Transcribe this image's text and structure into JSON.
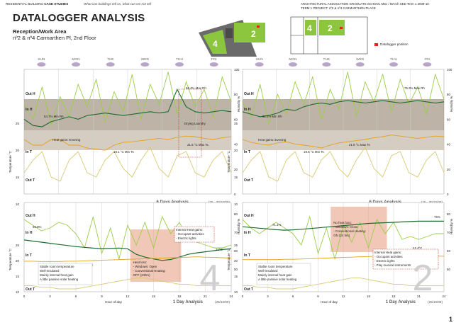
{
  "header": {
    "left_plain": "RESIDENTIAL BUILDING ",
    "left_bold": "CASE STUDIES",
    "tagline": "What can buildings tell us, what can we not tell",
    "right_line1": "ARCHITECTURAL ASSOCIATION GRADUATE SCHOOL MSc / MArch SED Term 1 2009-10",
    "right_line2": "TERM 1 PROJECT: nº2 & nº4 CARMARTHEN PLACE"
  },
  "title": "DATALOGGER ANALYSIS",
  "subtitle": {
    "line1": "Reception/Work Area",
    "line2": "nº2 & nº4 Carmarthen Pl, 2nd Floor"
  },
  "plan": {
    "unit_a": "4",
    "unit_b": "2",
    "legend": "Datalogger position",
    "colors": {
      "green": "#8cc63f",
      "marker": "#d7261e",
      "grey": "#e6e6e6"
    }
  },
  "page_number": "1",
  "colors": {
    "humidity": "#1e6b2e",
    "humidity_light": "#9ccc4a",
    "temperature": "#e3a21a",
    "temperature_light": "#d8c874",
    "highlight_box": "#e8a387",
    "dotted_box": "#c0392b",
    "grid": "#cfcfcf"
  },
  "chart_data": [
    {
      "type": "line",
      "panel": "6day-unit4",
      "title": "6 Days Analysis",
      "subtitle": "(25 - 30/10/09)",
      "days": [
        "SUN",
        "MON",
        "TUE",
        "WED",
        "THU",
        "FRI"
      ],
      "left_axis_label": "Temperature °C",
      "right_axis_label": "Humidity %",
      "left_ticks": [
        "25",
        "20",
        "15",
        "10"
      ],
      "right_ticks": [
        "100",
        "80",
        "60",
        "40",
        "20",
        "0"
      ],
      "series_labels": [
        "Out H",
        "In H",
        "In T",
        "Out T"
      ],
      "series": [
        {
          "name": "Out H",
          "values": [
            72,
            60,
            86,
            55,
            78,
            62,
            88,
            70,
            92,
            58,
            82,
            66,
            96,
            60,
            88,
            72,
            98,
            64,
            90,
            70,
            84,
            62,
            94,
            74
          ]
        },
        {
          "name": "In H",
          "values": [
            60,
            55,
            54,
            58,
            60,
            62,
            60,
            63,
            64,
            65,
            64,
            63,
            64,
            65,
            66,
            65,
            66,
            84,
            70,
            66,
            65,
            66,
            67,
            66
          ]
        },
        {
          "name": "In T",
          "values": [
            21,
            20,
            20,
            21,
            21,
            20,
            20,
            19.5,
            19.3,
            19.1,
            20,
            20.5,
            20.6,
            20.8,
            21,
            21.2,
            21,
            21.4,
            21.6,
            21.5,
            21.2,
            21,
            21.3,
            21.5
          ]
        },
        {
          "name": "Out T",
          "values": [
            13,
            16,
            18,
            12,
            11,
            16,
            18,
            13,
            12,
            16,
            18,
            14,
            12,
            16,
            19,
            14,
            12,
            17,
            18,
            13,
            12,
            16,
            18,
            13
          ]
        }
      ],
      "annotations": [
        "66.4% Max Rh",
        "54.7% Min Rh",
        "Drying Laundry",
        "21.6 °C Max Ts",
        "19.1 °C Min Ts",
        "Heat gains: Evening"
      ]
    },
    {
      "type": "line",
      "panel": "6day-unit2",
      "title": "6 Days Analysis",
      "subtitle": "(25 - 30/10/09)",
      "days": [
        "SUN",
        "MON",
        "TUE",
        "WED",
        "THU",
        "FRI"
      ],
      "left_axis_label": "Temperature °C",
      "right_axis_label": "Humidity %",
      "left_ticks": [
        "25",
        "20",
        "15",
        "10"
      ],
      "right_ticks": [
        "100",
        "80",
        "60",
        "40",
        "20",
        "0"
      ],
      "series_labels": [
        "Out H",
        "In H",
        "In T",
        "Out T"
      ],
      "series": [
        {
          "name": "Out H",
          "values": [
            74,
            62,
            88,
            56,
            80,
            64,
            90,
            72,
            94,
            60,
            84,
            68,
            98,
            62,
            90,
            74,
            96,
            66,
            92,
            72,
            86,
            64,
            96,
            76
          ]
        },
        {
          "name": "In H",
          "values": [
            66,
            64,
            62,
            63,
            65,
            68,
            67,
            70,
            72,
            73,
            72,
            74,
            75,
            74,
            73,
            74,
            75,
            74,
            73,
            74,
            75,
            74,
            73,
            74
          ]
        },
        {
          "name": "In T",
          "values": [
            21,
            20.5,
            20.2,
            20,
            20.4,
            20.6,
            20.2,
            20,
            19.8,
            19.5,
            20,
            20.4,
            20.6,
            20.8,
            21,
            21.3,
            21.5,
            21.8,
            21.6,
            21.4,
            21.2,
            21.4,
            21.6,
            21.5
          ]
        },
        {
          "name": "Out T",
          "values": [
            13,
            16,
            18,
            12,
            11,
            16,
            18,
            13,
            12,
            16,
            18,
            14,
            12,
            16,
            19,
            14,
            12,
            17,
            18,
            13,
            12,
            16,
            18,
            13
          ]
        }
      ],
      "annotations": [
        "75.3% Max Rh",
        "62.4% Min Rh",
        "21.8 °C Max Ts",
        "19.5 °C Min Ts",
        "Heat gains: Evening"
      ]
    },
    {
      "type": "line",
      "panel": "1day-unit4",
      "title": "1 Day Analysis",
      "subtitle": "(25/10/09)",
      "x_label": "Hour of day",
      "x": [
        0,
        3,
        6,
        9,
        12,
        15,
        18,
        21,
        24
      ],
      "left_axis_label": "Temperature °C",
      "right_axis_label": "Humidity %",
      "left_ticks": [
        "25",
        "20",
        "15",
        "10"
      ],
      "right_ticks": [
        "80",
        "70",
        "60",
        "50"
      ],
      "series_labels": [
        "Out H",
        "In H",
        "In T",
        "Out T"
      ],
      "series": [
        {
          "name": "Out H",
          "values": [
            90,
            86,
            82,
            84,
            88,
            86,
            80,
            70,
            92,
            66,
            84,
            62,
            86,
            72,
            88,
            70,
            92,
            80,
            88,
            76,
            74,
            72,
            70,
            70,
            72
          ]
        },
        {
          "name": "In H",
          "values": [
            65.8,
            65.2,
            64.6,
            64,
            63.4,
            62.8,
            62.2,
            61.8,
            61.4,
            61,
            61.2,
            61.4,
            61,
            58,
            56.5,
            55.5,
            54.7,
            55.2,
            56.5,
            58,
            58.8,
            59.4,
            60,
            60.6,
            61
          ]
        },
        {
          "name": "In T",
          "values": [
            19.8,
            19.8,
            19.7,
            19.7,
            19.7,
            19.8,
            19.8,
            19.9,
            20,
            20.1,
            20.2,
            20.3,
            20.4,
            20.5,
            20.6,
            20.7,
            20.8,
            20.9,
            21,
            21.1,
            21.2,
            21.1,
            21,
            20.9,
            20.8
          ]
        },
        {
          "name": "Out T",
          "values": [
            12,
            12,
            11,
            11,
            10,
            10,
            10,
            11,
            12,
            13,
            14,
            15,
            16,
            17,
            17,
            16,
            15,
            14,
            13,
            13,
            12,
            12,
            12,
            12,
            12
          ]
        }
      ],
      "annotations": [
        "65.8%",
        "54.7%",
        "19.7°C",
        "21°C"
      ],
      "notes": {
        "left": [
          "Stable room temperature",
          "Well-insulated",
          "Mainly internal heat gain",
          "A little passive solar heating"
        ],
        "heat_loss": [
          "Heat loss:",
          "- Windows: Open",
          "- Conventional Heating:",
          "  OFF (24hrs)"
        ],
        "heat_gains": [
          "Internal Heat gains:",
          "- Occupant activities",
          "- Electric lights"
        ]
      },
      "big_number": "4"
    },
    {
      "type": "line",
      "panel": "1day-unit2",
      "title": "1 Day Analysis",
      "subtitle": "(25/10/09)",
      "x_label": "Hour of day",
      "x": [
        0,
        3,
        6,
        9,
        12,
        15,
        18,
        21,
        24
      ],
      "left_axis_label": "Temperature °C",
      "right_axis_label": "Humidity %",
      "left_ticks": [
        "25",
        "20",
        "15",
        "10"
      ],
      "right_ticks": [
        "80",
        "70",
        "60",
        "50"
      ],
      "series_labels": [
        "Out H",
        "In H",
        "In T",
        "Out T"
      ],
      "series": [
        {
          "name": "Out H",
          "values": [
            90,
            84,
            80,
            84,
            88,
            84,
            80,
            72,
            92,
            66,
            84,
            62,
            86,
            74,
            88,
            70,
            90,
            80,
            88,
            76,
            78,
            76,
            78,
            80,
            80
          ]
        },
        {
          "name": "In H",
          "values": [
            73,
            72.6,
            72.2,
            71.8,
            71.4,
            71.1,
            71.3,
            71.6,
            72,
            72.4,
            72.8,
            73.2,
            73.6,
            74,
            74.4,
            74.8,
            75,
            75.2,
            75.4,
            75.6,
            75.8,
            76,
            76,
            76,
            76
          ]
        },
        {
          "name": "In T",
          "values": [
            20.3,
            20.3,
            20.3,
            20.3,
            20.3,
            20.4,
            20.4,
            20.5,
            20.6,
            20.7,
            20.8,
            20.9,
            21,
            21.1,
            21.2,
            21.3,
            21.4,
            21.4,
            21.4,
            21.4,
            21.4,
            21.4,
            21.4,
            21.4,
            21.4
          ]
        },
        {
          "name": "Out T",
          "values": [
            12,
            12,
            11,
            11,
            10,
            10,
            10,
            11,
            12,
            13,
            14,
            15,
            16,
            17,
            17,
            16,
            15,
            14,
            13,
            13,
            12,
            12,
            12,
            12,
            12
          ]
        }
      ],
      "annotations": [
        "71.1%",
        "76%",
        "20.3°C",
        "21.4°C"
      ],
      "notes": {
        "left": [
          "Stable room temperature",
          "Well-insulated",
          "Mainly internal heat gain",
          "A little passive solar heating"
        ],
        "heat_loss": [
          "No heat loss:",
          "- Windows: Close",
          "- Conventional Heating:",
          "  ON (24 hrs)"
        ],
        "heat_gains": [
          "Internal Heat gains:",
          "- Occupant activities",
          "- Electric lights",
          "- Play musical instruments"
        ]
      },
      "big_number": "2"
    }
  ]
}
